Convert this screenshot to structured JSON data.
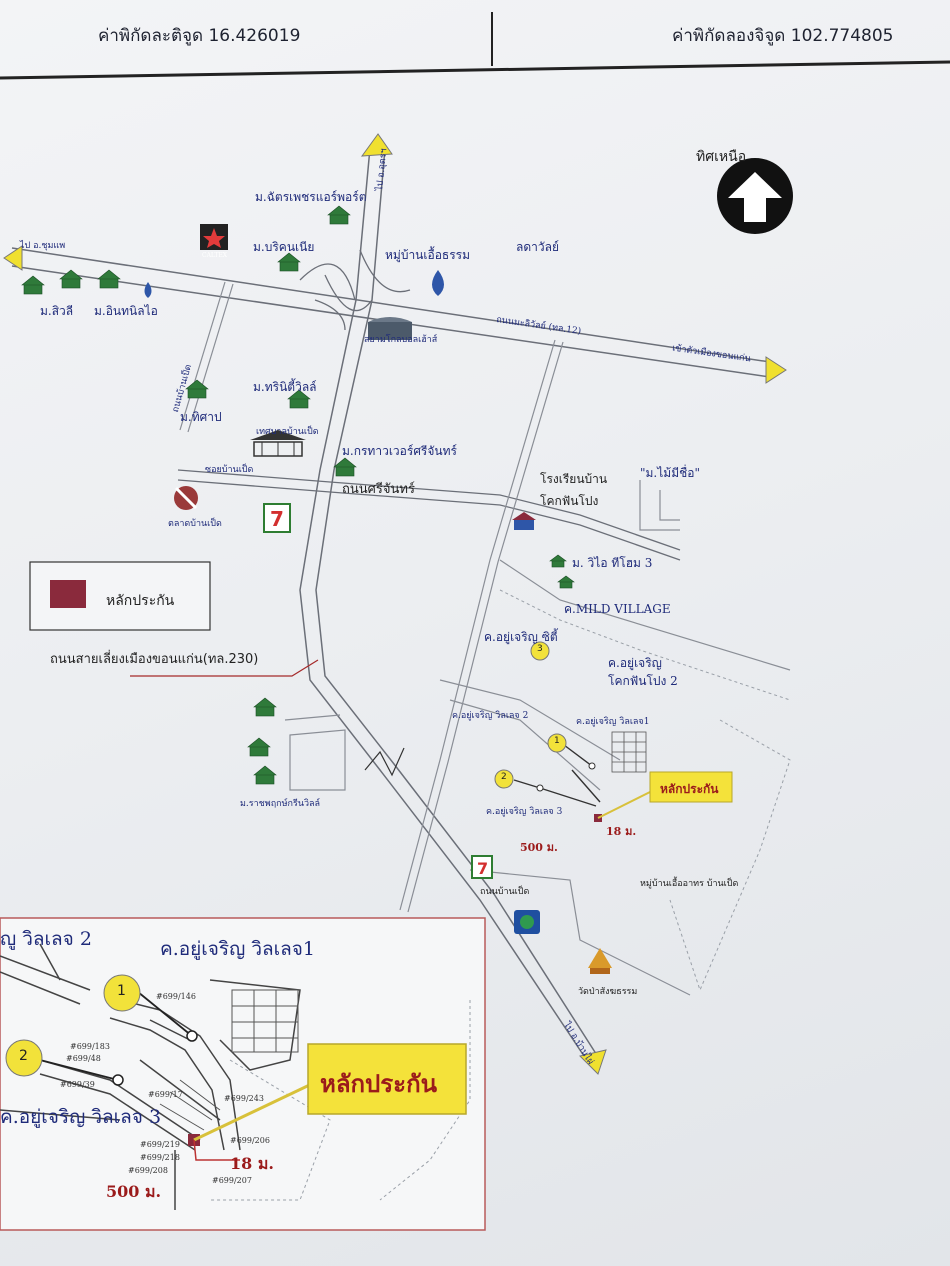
{
  "header": {
    "latitude_label": "ค่าพิกัดละติจูด 16.426019",
    "longitude_label": "ค่าพิกัดลองจิจูด 102.774805"
  },
  "compass": {
    "label": "ทิศเหนือ",
    "icon": "north-arrow-icon"
  },
  "legend": {
    "label": "หลักประกัน",
    "swatch_color": "#8a2a3c"
  },
  "roads": {
    "mittraphap": "ถนนมะลิวัลย์ (ทล.12)",
    "sichan": "ถนนศรีจันทร์",
    "bypass": "ถนนสายเลี่ยงเมืองขอนแก่น(ทล.230)",
    "to_chumphae": "ไป อ.ชุมแพ",
    "to_khonkaen": "เข้าตัวเมืองขอนแก่น",
    "to_udon": "ไป อ.อุดรฯ",
    "to_ban_phai": "ไป อ.บ้านไผ่",
    "ban_pet_road": "ถนนบ้านเป็ด",
    "ban_pet_lane": "ซอยบ้านเป็ด"
  },
  "places": {
    "m_chatpetch": "ม.ฉัตรเพชรแอร์พอร์ต",
    "m_borikhannia": "ม.บริคนเนีย",
    "m_siwadee": "ม.สิวลี",
    "m_inthanin": "ม.อินทนิลไอ",
    "m_nuengtham": "หมู่บ้านเอื้อธรรม",
    "m_lada": "ลดาวัลย์",
    "siam_global": "สยามโกลบอลเฮ้าส์",
    "m_trinity": "ม.ทรินิตี้วิลล์",
    "m_thitap": "ม.ทิศาป",
    "tessaban": "เทศบาลบ้านเป็ด",
    "m_greenwood": "ม.กรทาวเวอร์ศรีจันทร์",
    "school": "โรงเรียนบ้าน",
    "school2": "โคกฟันโปง",
    "m_mai_mee": "\"ม.ไม้มีชื่อ\"",
    "m_vila": "ม. วิไอ ทีโฮม 3",
    "mild_village": "ค.MILD VILLAGE",
    "ayucharoen_city": "ค.อยู่เจริญ ซิตี้",
    "ayucharoen_kok": "ค.อยู่เจริญ",
    "ayucharoen_kok2": "โคกฟันโปง 2",
    "ayucharoen_v2": "ค.อยู่เจริญ วิลเลจ 2",
    "ayucharoen_v1": "ค.อยู่เจริญ วิลเลจ1",
    "ayucharoen_v3": "ค.อยู่เจริญ วิลเลจ 3",
    "m_ratchaphruek": "ม.ราชพฤกษ์กรีนวิลล์",
    "moo_ban_kok": "หมู่บ้านเอื้ออาทร บ้านเป็ด",
    "wat": "วัดป่าสังฆธรรม",
    "ban_pet_market": "ตลาดบ้านเป็ด",
    "caltex": "CALTEX",
    "pond": "ถนนบ้านเป็ด"
  },
  "collateral": {
    "callout": "หลักประกัน",
    "distance_18": "18 ม.",
    "distance_500": "500 ม.",
    "marker_1": "1",
    "marker_2": "2",
    "marker_3": "3"
  },
  "inset": {
    "v2_label": "ญู วิลเลจ 2",
    "v1_label": "ค.อยู่เจริญ วิลเลจ1",
    "v3_label": "ค.อยู่เจริญ วิลเลจ 3",
    "callout": "หลักประกัน",
    "distance_18": "18 ม.",
    "distance_500": "500 ม.",
    "marker_1": "1",
    "marker_2": "2",
    "lot_146": "#699/146",
    "lot_183": "#699/183",
    "lot_48": "#699/48",
    "lot_39": "#699/39",
    "lot_17": "#699/17",
    "lot_243": "#699/243",
    "lot_206": "#699/206",
    "lot_219": "#699/219",
    "lot_218": "#699/218",
    "lot_208": "#699/208",
    "lot_207": "#699/207"
  },
  "colors": {
    "road": "#6b6f78",
    "label_blue": "#1f2b7a",
    "callout_yellow": "#f4e23a",
    "callout_text": "#9b1b1b",
    "marker_yellow": "#f2e23a",
    "collateral_red": "#8a2a3c",
    "arrow_yellow": "#f0e02f"
  }
}
